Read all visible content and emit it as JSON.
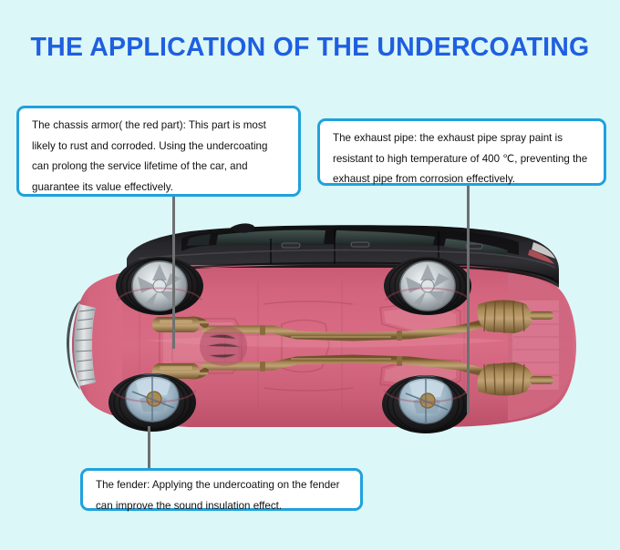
{
  "page": {
    "background_color": "#dcf7f8",
    "title": "THE APPLICATION OF THE UNDERCOATING",
    "title_color": "#1f5fe0"
  },
  "callouts": [
    {
      "id": "chassis",
      "name": "chassis-armor-callout",
      "text": "The chassis armor( the red part):  This part is most likely to rust and corroded. Using the undercoating can prolong the service lifetime of the car, and guarantee its value effectively.",
      "border_color": "#1ea2dd",
      "background_color": "#ffffff",
      "leader_color": "#6e7072"
    },
    {
      "id": "exhaust",
      "name": "exhaust-pipe-callout",
      "text": "The exhaust pipe: the exhaust pipe spray paint is resistant to high temperature of 400 ℃, preventing the exhaust pipe from corrosion effectively.",
      "border_color": "#1ea2dd",
      "background_color": "#ffffff",
      "leader_color": "#6e7072"
    },
    {
      "id": "fender",
      "name": "fender-callout",
      "text": "The fender: Applying the undercoating on the fender can improve the sound insulation effect.",
      "border_color": "#1ea2dd",
      "background_color": "#ffffff",
      "leader_color": "#6e7072"
    }
  ],
  "illustration": {
    "name": "car-underbody-illustration",
    "description": "Side-bottom cutaway view of a car showing the pink undercoated chassis, black upper body, bronze exhaust pipes and four wheels",
    "colors": {
      "chassis_pink": "#d4637d",
      "chassis_pink_dark": "#b84f68",
      "chassis_pink_light": "#e68c9f",
      "body_black": "#1d1d1f",
      "body_black_light": "#3a3a3c",
      "window_tint": "#2f3e3c",
      "exhaust_bronze": "#9a7a4a",
      "exhaust_bronze_dark": "#7a5c33",
      "exhaust_bronze_light": "#b99a66",
      "tire_black": "#1a1a1a",
      "rim_silver": "#cfd4d8",
      "rim_silver_dark": "#8f969c",
      "grille_silver": "#c8ccce",
      "brake_blue": "#9fb6c6"
    }
  }
}
